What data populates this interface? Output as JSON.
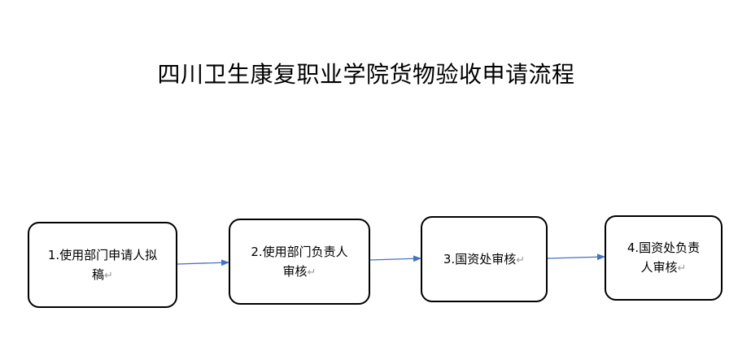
{
  "title": "四川卫生康复职业学院货物验收申请流程",
  "colors": {
    "arrow": "#4472c4",
    "box_border": "#000000",
    "paragraph_mark": "#9a9a9a"
  },
  "steps": [
    {
      "line1": "1.使用部门申请人拟",
      "line2": "稿"
    },
    {
      "line1": "2.使用部门负责人",
      "line2": "审核"
    },
    {
      "line1": "3.国资处审核",
      "line2": ""
    },
    {
      "line1": "4.国资处负责",
      "line2": "人审核"
    }
  ],
  "paragraph_mark": "↵"
}
